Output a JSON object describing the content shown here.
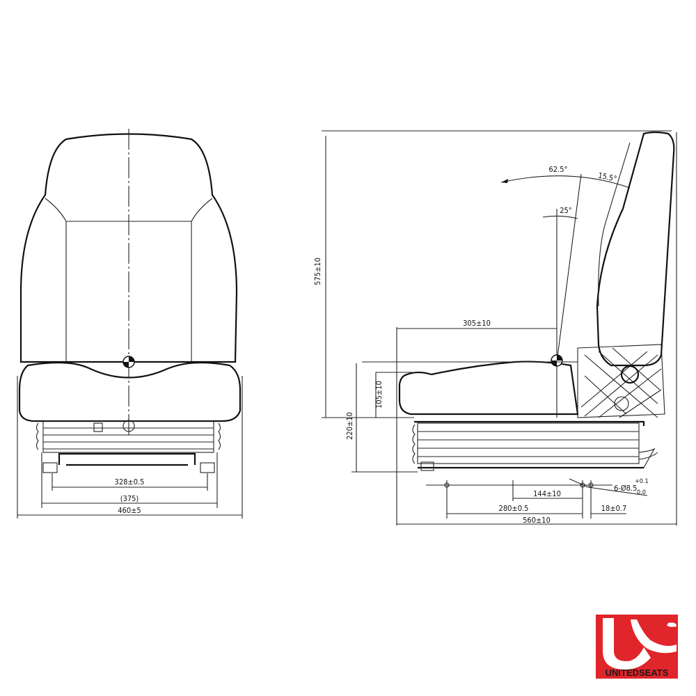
{
  "front_view": {
    "dim_mount_holes": "328±0.5",
    "dim_base_width": "(375)",
    "dim_overall_width": "460±5"
  },
  "side_view": {
    "angle_recline": "62.5°",
    "angle_forward": "15.5°",
    "angle_back": "25°",
    "dim_sip_depth": "305±10",
    "dim_overall_height": "575±10",
    "dim_cushion_height": "105±10",
    "dim_base_height": "220±10",
    "dim_slide": "144±10",
    "dim_hole_spacing": "280±0.5",
    "dim_overall_depth": "560±10",
    "dim_hole_offset": "18±0.7",
    "hole_spec": "6-Ø8.5",
    "hole_tol_upper": "+0.1",
    "hole_tol_lower": "0.0"
  },
  "logo": {
    "text": "UNITEDSEATS",
    "letters": "US",
    "color": "#e0252b"
  },
  "icons": [
    "center-of-gravity-icon"
  ]
}
